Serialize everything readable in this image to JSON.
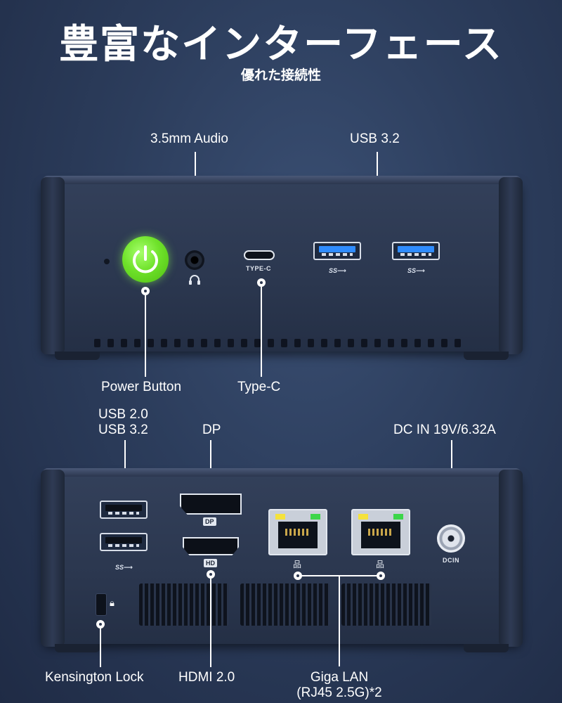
{
  "header": {
    "title": "豊富なインターフェース",
    "subtitle": "優れた接続性"
  },
  "front_panel": {
    "labels": {
      "audio": "3.5mm Audio",
      "usb": "USB 3.2",
      "power": "Power Button",
      "typec": "Type-C"
    },
    "port_markings": {
      "typec": "TYPE-C",
      "usb_logo": "SS⟶"
    }
  },
  "rear_panel": {
    "labels": {
      "usb_line1": "USB 2.0",
      "usb_line2": "USB 3.2",
      "dp": "DP",
      "dcin": "DC IN 19V/6.32A",
      "kensington": "Kensington Lock",
      "hdmi": "HDMI 2.0",
      "lan_line1": "Giga LAN",
      "lan_line2": "(RJ45 2.5G)*2"
    },
    "port_markings": {
      "dp": "DP",
      "hdmi": "HD",
      "dcin": "DCIN",
      "usb_logo": "SS⟶"
    }
  },
  "colors": {
    "background": "#2c3d5c",
    "power_button": "#6fe22a",
    "usb3_tongue": "#2f8cff",
    "lan_led_yellow": "#f5e23c",
    "lan_led_green": "#3cd64a"
  },
  "icons": [
    "power-icon",
    "headphone-icon",
    "lock-icon",
    "network-icon"
  ]
}
